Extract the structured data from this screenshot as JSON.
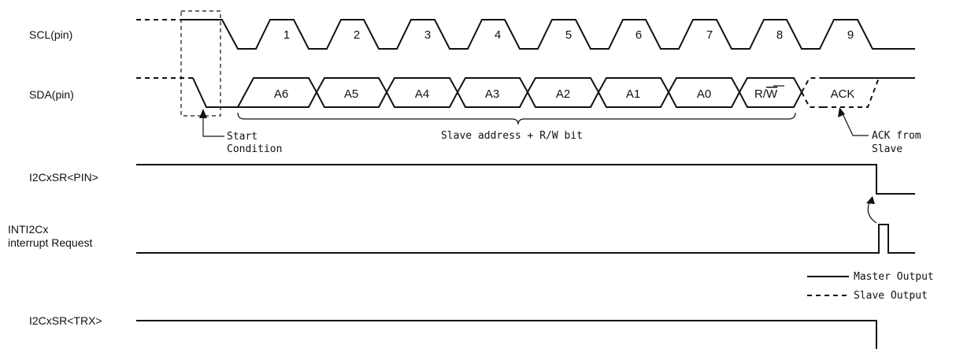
{
  "signals": {
    "scl": "SCL(pin)",
    "sda": "SDA(pin)",
    "pin": "I2CxSR<PIN>",
    "int_line1": "INTI2Cx",
    "int_line2": "interrupt Request",
    "trx": "I2CxSR<TRX>"
  },
  "clock_numbers": [
    "1",
    "2",
    "3",
    "4",
    "5",
    "6",
    "7",
    "8",
    "9"
  ],
  "address_bits": [
    "A6",
    "A5",
    "A4",
    "A3",
    "A2",
    "A1",
    "A0"
  ],
  "rw_bit": {
    "r": "R/",
    "w": "W"
  },
  "ack_label": "ACK",
  "annotations": {
    "start_line1": "Start",
    "start_line2": "Condition",
    "address_brace": "Slave address + R/W bit",
    "ack_from_line1": "ACK from",
    "ack_from_line2": "Slave"
  },
  "legend": {
    "master": "Master Output",
    "slave": "Slave Output"
  }
}
